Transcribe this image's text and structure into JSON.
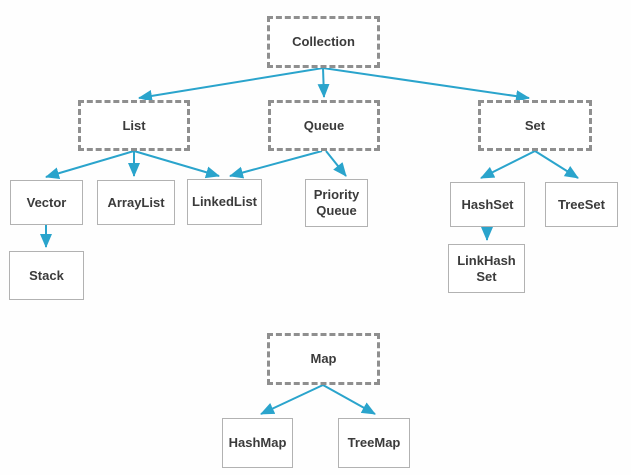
{
  "diagram": {
    "nodes": {
      "collection": {
        "label": "Collection"
      },
      "list": {
        "label": "List"
      },
      "queue": {
        "label": "Queue"
      },
      "set": {
        "label": "Set"
      },
      "vector": {
        "label": "Vector"
      },
      "arraylist": {
        "label": "ArrayList"
      },
      "linkedlist": {
        "label": "LinkedList"
      },
      "priority_queue": {
        "label": "Priority Queue"
      },
      "hashset": {
        "label": "HashSet"
      },
      "treeset": {
        "label": "TreeSet"
      },
      "stack": {
        "label": "Stack"
      },
      "linkhash_set": {
        "label": "LinkHash Set"
      },
      "map": {
        "label": "Map"
      },
      "hashmap": {
        "label": "HashMap"
      },
      "treemap": {
        "label": "TreeMap"
      }
    },
    "edges": [
      {
        "from": "Collection",
        "to": "List"
      },
      {
        "from": "Collection",
        "to": "Queue"
      },
      {
        "from": "Collection",
        "to": "Set"
      },
      {
        "from": "List",
        "to": "Vector"
      },
      {
        "from": "List",
        "to": "ArrayList"
      },
      {
        "from": "List",
        "to": "LinkedList"
      },
      {
        "from": "Queue",
        "to": "LinkedList"
      },
      {
        "from": "Queue",
        "to": "Priority Queue"
      },
      {
        "from": "Set",
        "to": "HashSet"
      },
      {
        "from": "Set",
        "to": "TreeSet"
      },
      {
        "from": "Vector",
        "to": "Stack"
      },
      {
        "from": "HashSet",
        "to": "LinkHash Set"
      },
      {
        "from": "Map",
        "to": "HashMap"
      },
      {
        "from": "Map",
        "to": "TreeMap"
      }
    ],
    "colors": {
      "arrow": "#2aa4cc",
      "dashed_border": "#8f8f8f",
      "solid_border": "#b2b2b2",
      "text": "#3b3b3b"
    }
  }
}
